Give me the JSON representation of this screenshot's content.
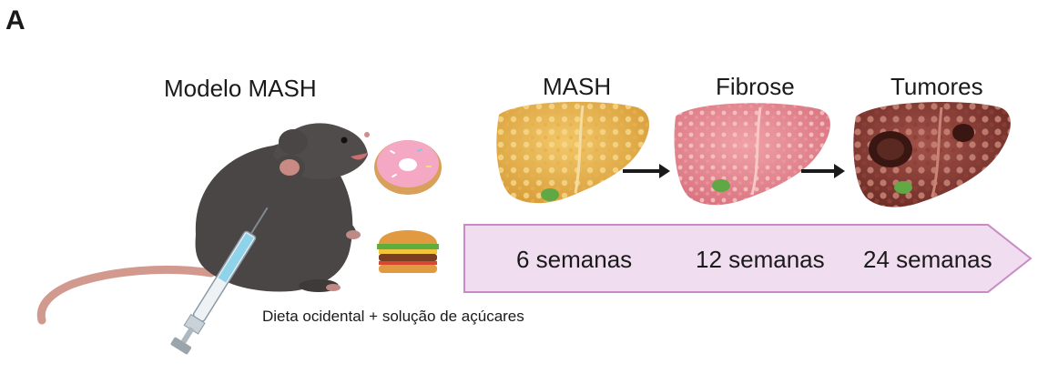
{
  "panel_letter": "A",
  "model": {
    "title": "Modelo MASH",
    "diet_caption": "Dieta ocidental + solução de açúcares"
  },
  "stages": [
    {
      "label": "MASH"
    },
    {
      "label": "Fibrose"
    },
    {
      "label": "Tumores"
    }
  ],
  "timeline": {
    "points": [
      "6 semanas",
      "12 semanas",
      "24 semanas"
    ],
    "fill_color": "#f1ddf0",
    "border_color": "#c98bc6"
  },
  "icons": {
    "mouse": "mouse-icon",
    "syringe": "syringe-icon",
    "donut": "donut-icon",
    "burger": "burger-icon",
    "liver": "liver-icon",
    "arrow": "arrow-right-icon"
  }
}
